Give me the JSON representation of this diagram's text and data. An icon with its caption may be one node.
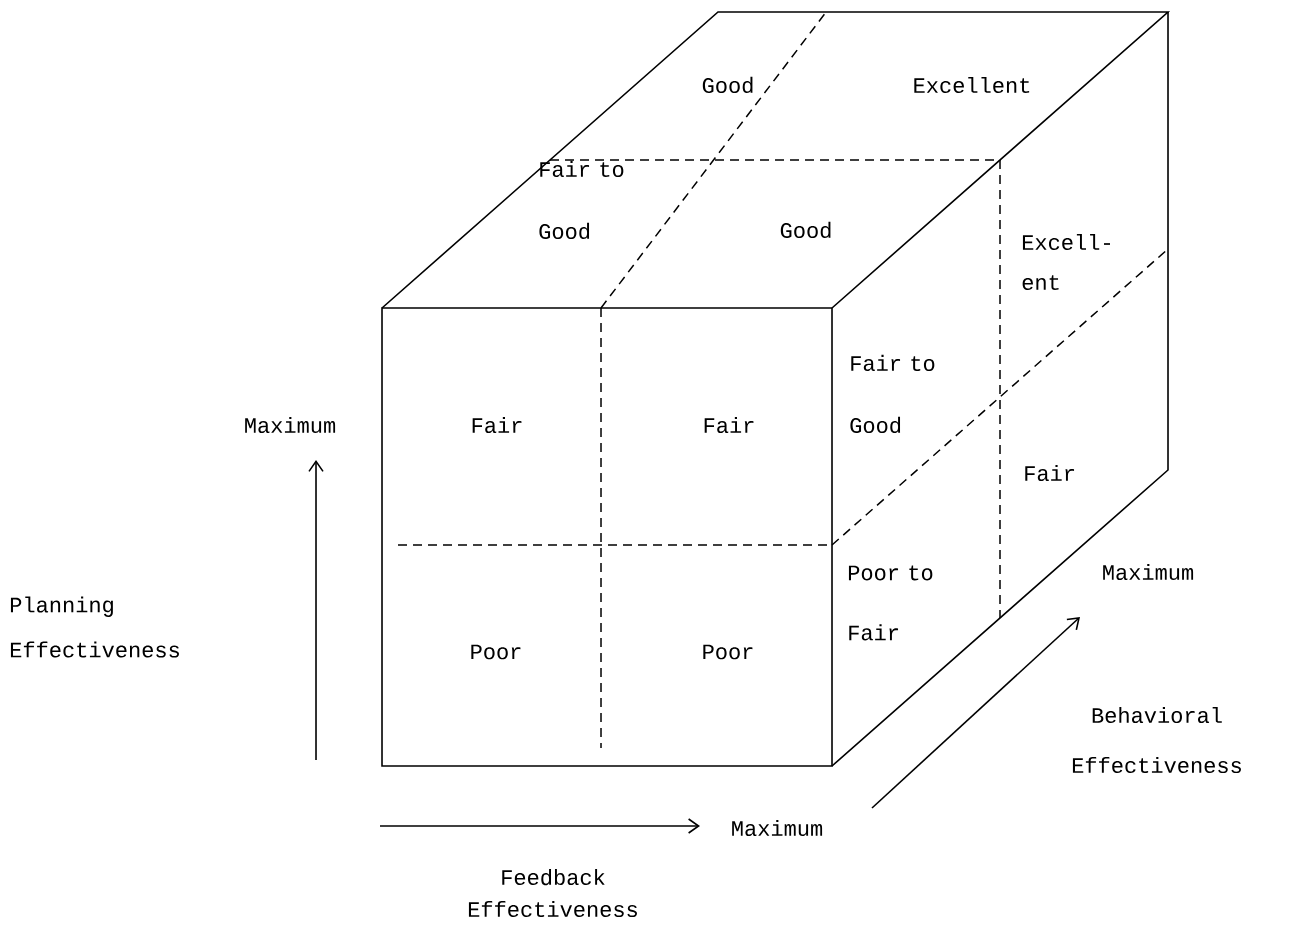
{
  "diagram": {
    "labels": [
      "Good",
      "Excellent",
      "Fair to Good",
      "Good",
      "Excell- ent",
      "Maximum",
      "Fair",
      "Fair",
      "Fair to Good",
      "Fair",
      "Planning Effectiveness",
      "Poor",
      "Poor",
      "Poor to Fair",
      "Maximum",
      "Behavioral Effectiveness",
      "Maximum",
      "Feedback Effectiveness"
    ]
  }
}
